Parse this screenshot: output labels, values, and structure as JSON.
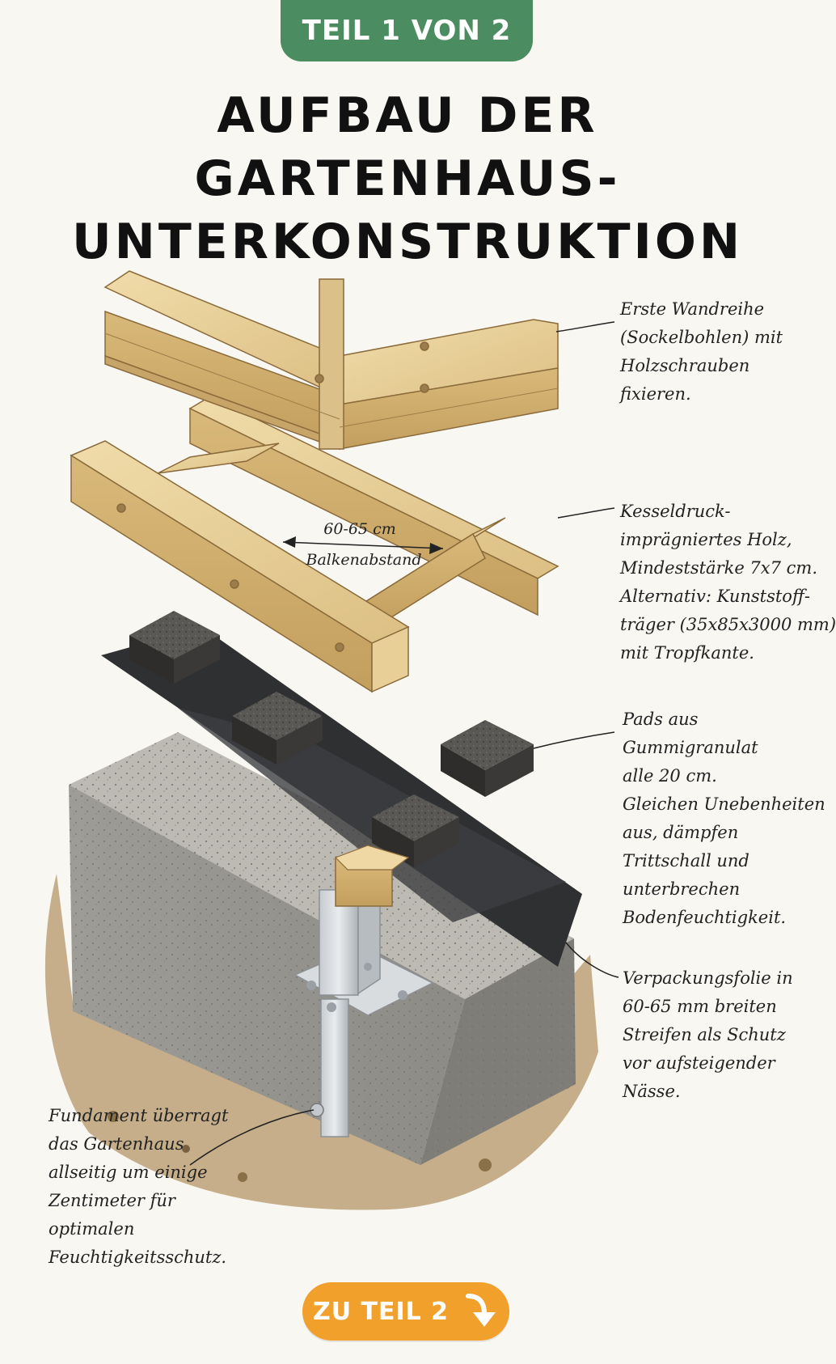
{
  "header": {
    "badge": "TEIL 1 VON 2",
    "title_lines": [
      "AUFBAU DER",
      "GARTENHAUS-",
      "UNTERKONSTRUKTION"
    ]
  },
  "diagram": {
    "dimension_label_1": "60-65 cm",
    "dimension_label_2": "Balkenabstand"
  },
  "annotations": {
    "wall_row": [
      "Erste Wandreihe",
      "(Sockelbohlen) mit",
      "Holzschrauben",
      "fixieren."
    ],
    "timber": [
      "Kesseldruck-",
      "imprägniertes Holz,",
      "Mindeststärke 7x7 cm.",
      "Alternativ: Kunststoff-",
      "träger (35x85x3000 mm)",
      "mit Tropfkante."
    ],
    "pads": [
      "Pads aus",
      "Gummigranulat",
      "alle 20 cm.",
      "Gleichen Unebenheiten",
      "aus, dämpfen",
      "Trittschall und",
      "unterbrechen",
      "Bodenfeuchtigkeit."
    ],
    "foil": [
      "Verpackungsfolie in",
      "60-65 mm breiten",
      "Streifen als Schutz",
      "vor aufsteigender",
      "Nässe."
    ],
    "foundation": [
      "Fundament überragt",
      "das Gartenhaus",
      "allseitig um einige",
      "Zentimeter für",
      "optimalen",
      "Feuchtigkeitsschutz."
    ]
  },
  "cta": {
    "label": "ZU TEIL 2"
  },
  "colors": {
    "badge": "#4b8c60",
    "cta": "#f0a02b",
    "wood": "#e3c98f",
    "concrete": "#a7a59f",
    "foil": "#3a3b3d",
    "rubber": "#4a4846",
    "soil": "#a88a5c"
  }
}
